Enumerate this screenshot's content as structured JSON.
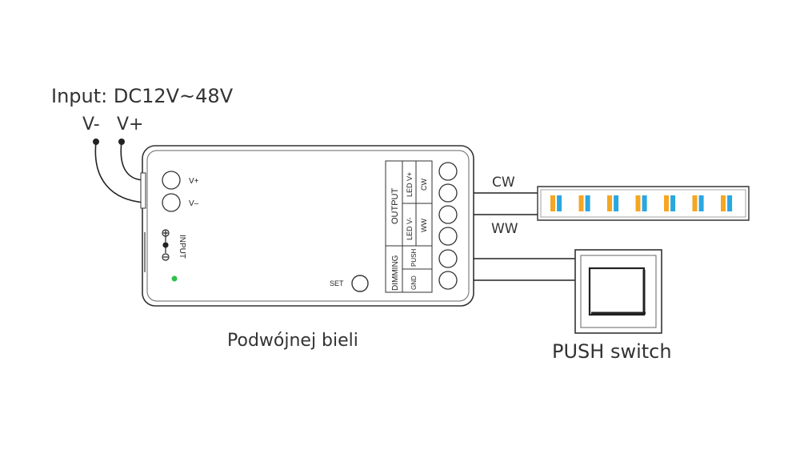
{
  "input": {
    "title": "Input: DC12V~48V",
    "v_minus": "V-",
    "v_plus": "V+"
  },
  "controller": {
    "term_vplus": "V+",
    "term_vminus": "V–",
    "input_label": "INPUT",
    "output_label": "OUTPUT",
    "led_vplus": "LED V+",
    "cw": "CW",
    "led_vminus": "LED V-",
    "ww": "WW",
    "dimming": "DIMMING",
    "push": "PUSH",
    "gnd": "GND",
    "set": "SET",
    "caption": "Podwójnej bieli",
    "indicator_color": "#2fbf4a"
  },
  "strip": {
    "cw_label": "CW",
    "ww_label": "WW",
    "segment_colors": [
      "#f5a623",
      "#2aa7e0",
      "#f5a623",
      "#2aa7e0",
      "#f5a623",
      "#2aa7e0",
      "#f5a623",
      "#2aa7e0",
      "#f5a623",
      "#2aa7e0",
      "#f5a623",
      "#2aa7e0",
      "#f5a623",
      "#2aa7e0"
    ]
  },
  "switch": {
    "label": "PUSH switch"
  }
}
